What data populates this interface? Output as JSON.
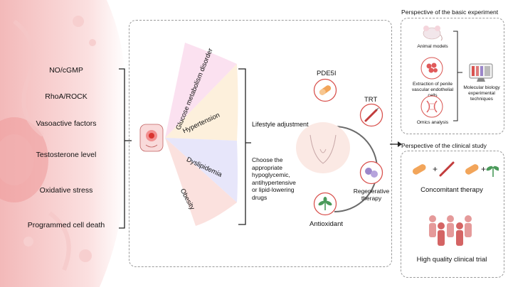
{
  "factors": [
    "NO/cGMP",
    "RhoA/ROCK",
    "Vasoactive factors",
    "Testosterone level",
    "Oxidative stress",
    "Programmed cell death"
  ],
  "conditions": [
    {
      "label": "Glucose metabolism disorder",
      "color": "#fbe1f0"
    },
    {
      "label": "Hypertension",
      "color": "#fdf0dc"
    },
    {
      "label": "Dyslipidemia",
      "color": "#e7e6fa"
    },
    {
      "label": "Obesity",
      "color": "#fbe1de"
    }
  ],
  "interventions": {
    "lifestyle": "Lifestyle adjustment",
    "drugs": [
      "Choose the",
      "appropriate",
      "hypoglycemic,",
      "antihypertensive",
      "or lipid-lowering",
      "drugs"
    ]
  },
  "treatments": {
    "pde5i": "PDE5I",
    "trt": "TRT",
    "regenerative": [
      "Regenerative",
      "therapy"
    ],
    "antioxidant": "Antioxidant"
  },
  "basic": {
    "title": "Perspective of the basic experiment",
    "animal": "Animal models",
    "extraction": [
      "Extraction of penile",
      "vascular endothelial cells"
    ],
    "omics": "Omics analysis",
    "molecular": [
      "Molecular biology",
      "experimental",
      "techniques"
    ]
  },
  "clinical": {
    "title": "Perspective of the clinical study",
    "concomitant": "Concomitant therapy",
    "trial": "High quality clinical trial"
  },
  "colors": {
    "accent_red": "#d9534f",
    "dashed": "#9a9a9a",
    "green": "#4a9a5a",
    "purple": "#9b86c9"
  }
}
